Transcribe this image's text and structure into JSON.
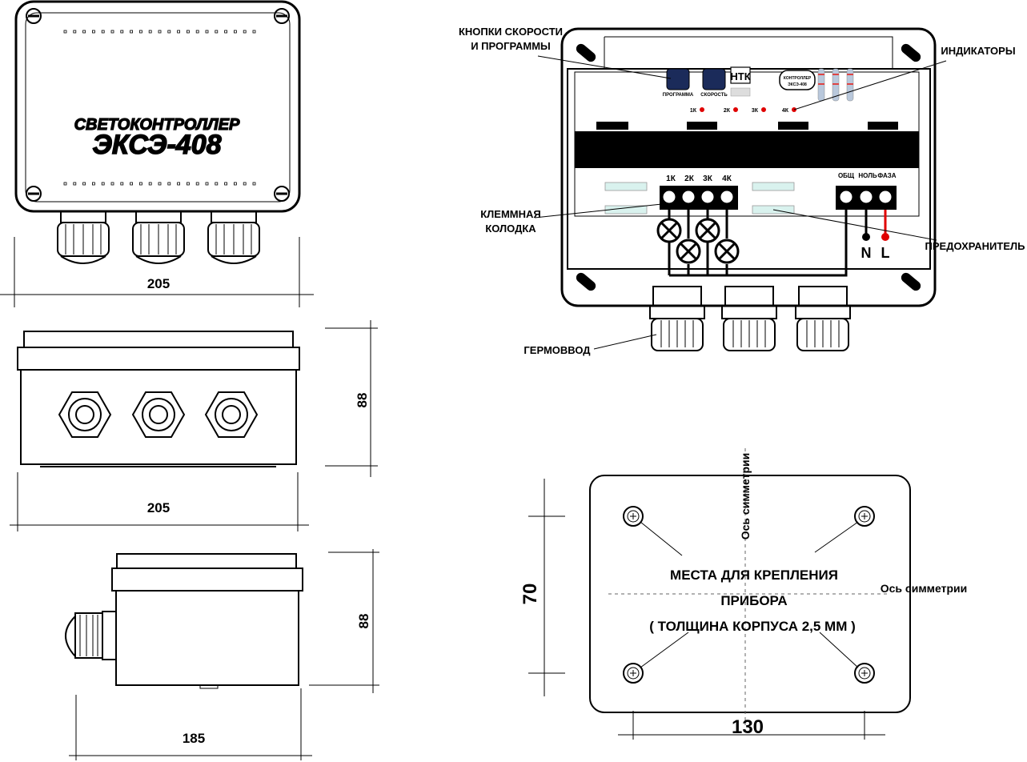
{
  "front_view": {
    "title_line1": "СВЕТОКОНТРОЛЛЕР",
    "title_line2": "ЭКСЭ-408",
    "width_dim": "205"
  },
  "side_view": {
    "width_dim": "205",
    "height_dim": "88"
  },
  "end_view": {
    "width_dim": "185",
    "height_dim": "88"
  },
  "wiring": {
    "callouts": {
      "buttons": [
        "КНОПКИ СКОРОСТИ",
        "И ПРОГРАММЫ"
      ],
      "indicators": "ИНДИКАТОРЫ",
      "terminal_block": [
        "КЛЕММНАЯ",
        "КОЛОДКА"
      ],
      "fuse": "ПРЕДОХРАНИТЕЛЬ",
      "gland": "ГЕРМОВВОД"
    },
    "button_program": "ПРОГРАММА",
    "button_speed": "СКОРОСТЬ",
    "brand": "НТК",
    "badge_line1": "КОНТРОЛЛЕР",
    "badge_line2": "ЭКСЭ-408",
    "led_labels": [
      "1К",
      "2К",
      "3К",
      "4К"
    ],
    "channel_terminals": [
      "1К",
      "2К",
      "3К",
      "4К"
    ],
    "power_terminals": [
      "ОБЩ",
      "НОЛЬ",
      "ФАЗА"
    ],
    "neutral": "N",
    "line": "L",
    "led_color": "#e00000",
    "line_color": "#e00000"
  },
  "mounting": {
    "text_line1": "МЕСТА ДЛЯ КРЕПЛЕНИЯ",
    "text_line2": "ПРИБОРА",
    "text_line3": "( ТОЛЩИНА КОРПУСА 2,5 ММ )",
    "axis_vertical": "Ось симметрии",
    "axis_horizontal": "Ось симметрии",
    "height_dim": "70",
    "width_dim": "130"
  }
}
